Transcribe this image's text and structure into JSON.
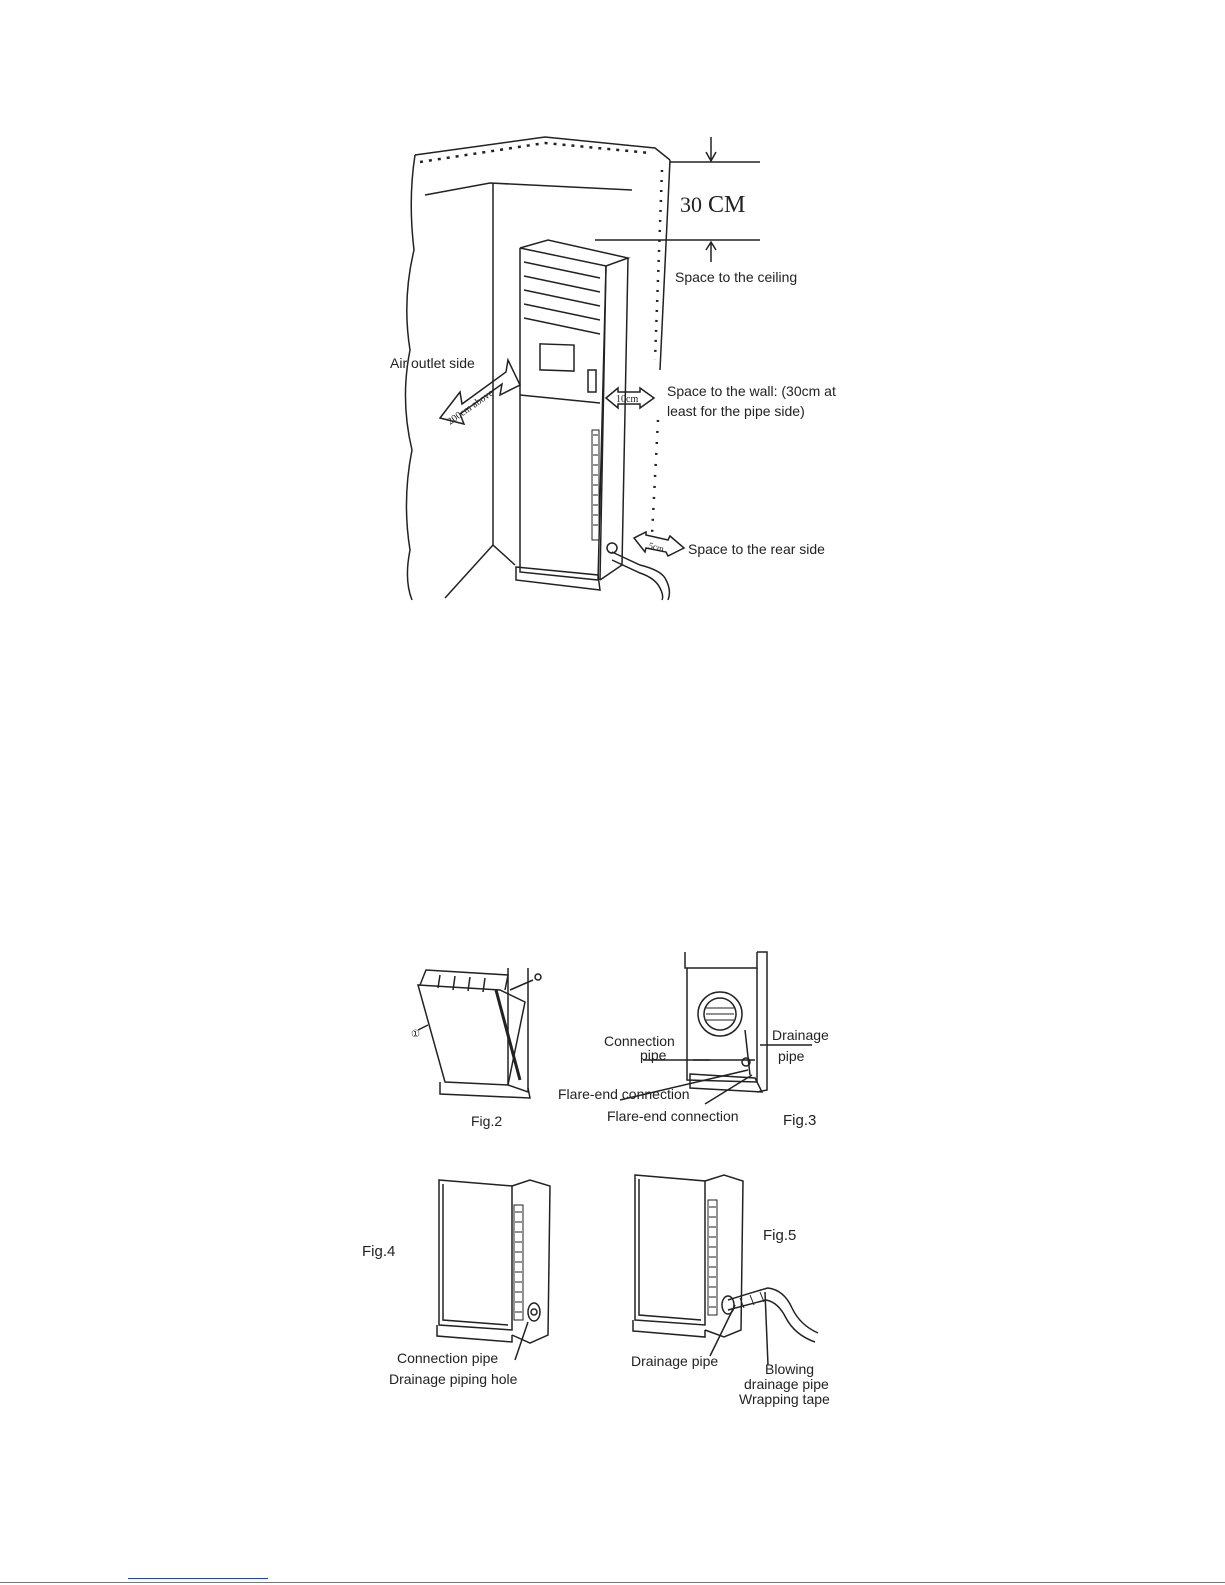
{
  "fig1": {
    "ceiling_distance": "30",
    "ceiling_distance_unit": "CM",
    "ceiling_label": "Space to the ceiling",
    "air_outlet_label": "Air outlet side",
    "front_clearance": "200cm above",
    "side_clearance": "10cm",
    "wall_label_line1": "Space to the wall: (30cm at",
    "wall_label_line2": "least  for the pipe side)",
    "rear_clearance": "5cm",
    "rear_label": "Space to the rear side"
  },
  "fig2": {
    "caption": "Fig.2",
    "marker": "①"
  },
  "fig3": {
    "caption": "Fig.3",
    "connection_pipe_line1": "Connection",
    "connection_pipe_line2": "pipe",
    "drainage_pipe_line1": "Drainage",
    "drainage_pipe_line2": "pipe",
    "flare_end_1": "Flare-end connection",
    "flare_end_2": "Flare-end connection"
  },
  "fig4": {
    "caption": "Fig.4",
    "connection_pipe": "Connection pipe",
    "drainage_piping_hole": "Drainage piping hole"
  },
  "fig5": {
    "caption": "Fig.5",
    "drainage_pipe": "Drainage pipe",
    "blowing": "Blowing",
    "blowing_drainage_pipe": "drainage pipe",
    "wrapping_tape": "Wrapping tape"
  },
  "colors": {
    "line": "#222222",
    "footer_link": "#1a3fd6"
  }
}
